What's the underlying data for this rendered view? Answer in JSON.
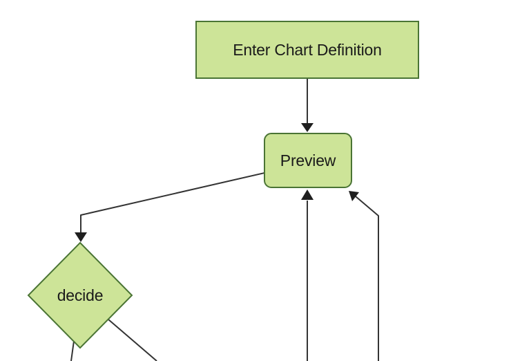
{
  "diagram": {
    "type": "flowchart",
    "direction": "top-down",
    "nodes": [
      {
        "id": "A",
        "label": "Enter Chart Definition",
        "shape": "rectangle"
      },
      {
        "id": "B",
        "label": "Preview",
        "shape": "rounded-rectangle"
      },
      {
        "id": "C",
        "label": "decide",
        "shape": "diamond"
      }
    ],
    "edges": [
      {
        "from": "A",
        "to": "B",
        "arrowhead": "into-preview-top"
      },
      {
        "from": "B",
        "to": "C",
        "arrowhead": "into-decide-top"
      },
      {
        "from": "offscreen-bottom",
        "to": "B",
        "arrowhead": "into-preview-bottom"
      },
      {
        "from": "offscreen-bottom-right",
        "to": "B",
        "arrowhead": "into-preview-bottom-right-corner"
      },
      {
        "from": "C",
        "to": "offscreen-bottom-left",
        "arrowhead": "none-visible"
      },
      {
        "from": "C",
        "to": "offscreen-bottom-right",
        "arrowhead": "none-visible"
      }
    ]
  },
  "theme": {
    "background": "#ffffff",
    "node_fill": "#cde498",
    "node_border": "#4a7434",
    "edge_color": "#333333",
    "arrowhead_color": "#1f1f1f",
    "text_color": "#1a1a1a"
  }
}
